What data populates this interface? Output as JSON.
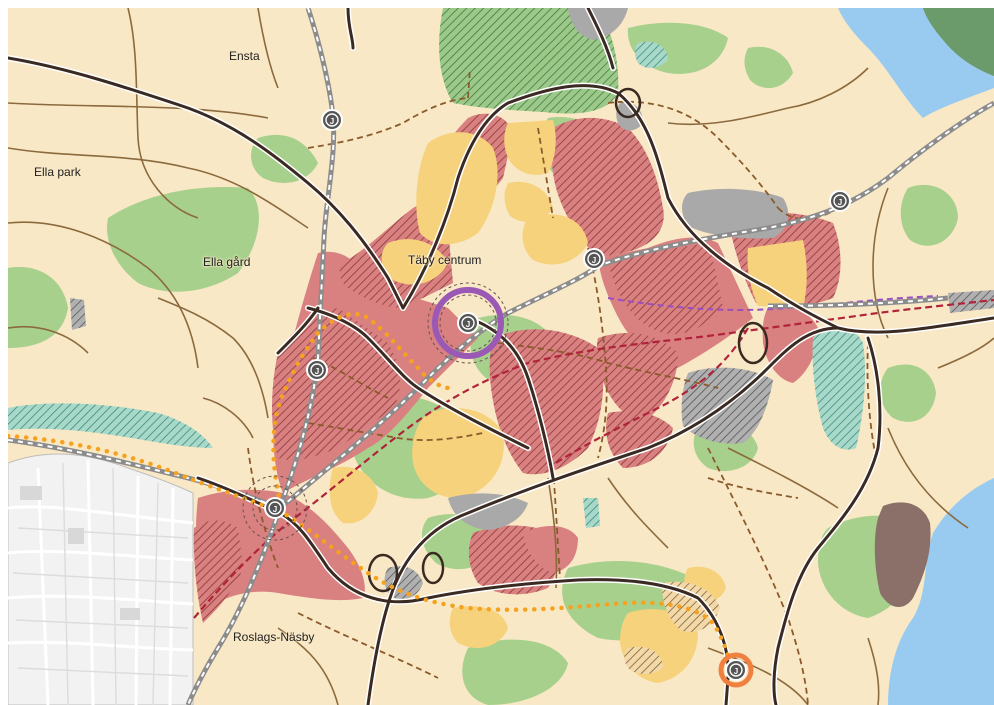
{
  "map": {
    "places": {
      "ensta": "Ensta",
      "ella_park": "Ella park",
      "ella_gard": "Ella gård",
      "taby_centrum": "Täby centrum",
      "roslags_nasby": "Roslags-Näsby"
    },
    "station_marker_glyph": "J",
    "colors": {
      "base_land": "#f9e8c6",
      "green_space": "#a8d08d",
      "water": "#99cbf0",
      "dense_urban": "#d98080",
      "urban_hatch": "#8a3838",
      "residential_yellow": "#f7d27c",
      "industrial_grey": "#a9a9a9",
      "neighbouring_town": "#f2f2f2",
      "brown_zone": "#8a7068",
      "dark_forest": "#6b9a6b",
      "road": "#3a2a22",
      "rail": "#8c8c8c",
      "dotted_route": "#f5a21f",
      "dashed_brown": "#8b5a2b",
      "dashed_red": "#b0233a",
      "dashed_purple": "#9a4fbf",
      "station_marker": "#555555",
      "highlight_purple": "#9b59b6",
      "highlight_orange": "#f08040"
    }
  }
}
